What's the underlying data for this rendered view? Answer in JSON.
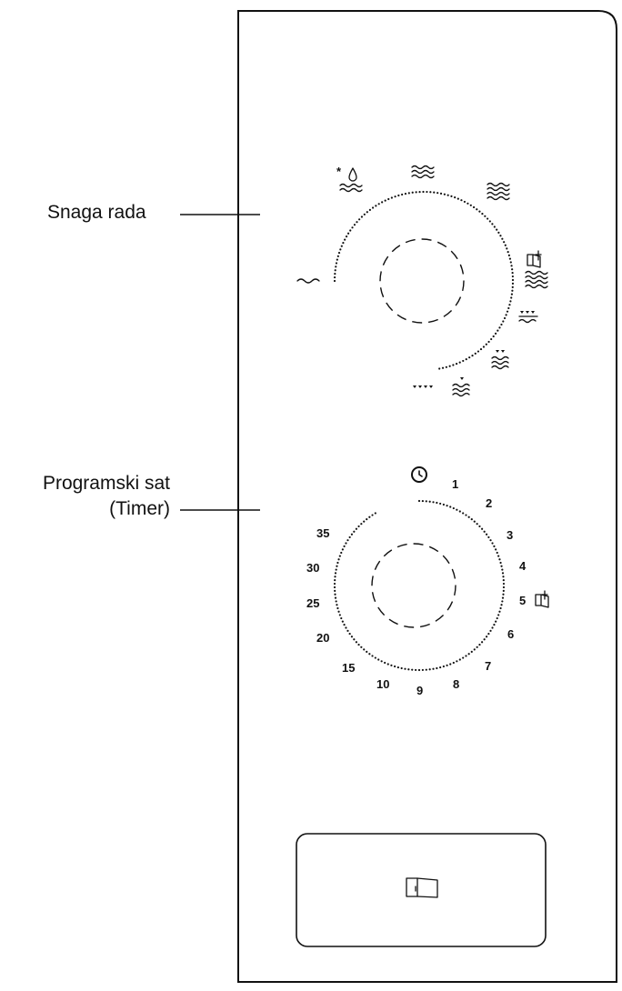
{
  "labels": {
    "power": "Snaga rada",
    "timer_line1": "Programski sat",
    "timer_line2": "(Timer)"
  },
  "timer_dial": {
    "numbers": [
      "1",
      "2",
      "3",
      "4",
      "5",
      "6",
      "7",
      "8",
      "9",
      "10",
      "15",
      "20",
      "25",
      "30",
      "35"
    ]
  },
  "icons": {
    "power_dial": [
      "defrost-wave-icon",
      "low-wave-icon",
      "wave-icon",
      "high-wave-icon",
      "grill-combi-wave-icon",
      "grill-combi-3-icon",
      "grill-combi-2-icon",
      "grill-combi-1-icon",
      "grill-combi-4-icon"
    ],
    "timer_dial": [
      "clock-icon",
      "door-open-icon"
    ],
    "door_button": "door-open-icon"
  },
  "colors": {
    "line": "#111111",
    "background": "#ffffff"
  }
}
